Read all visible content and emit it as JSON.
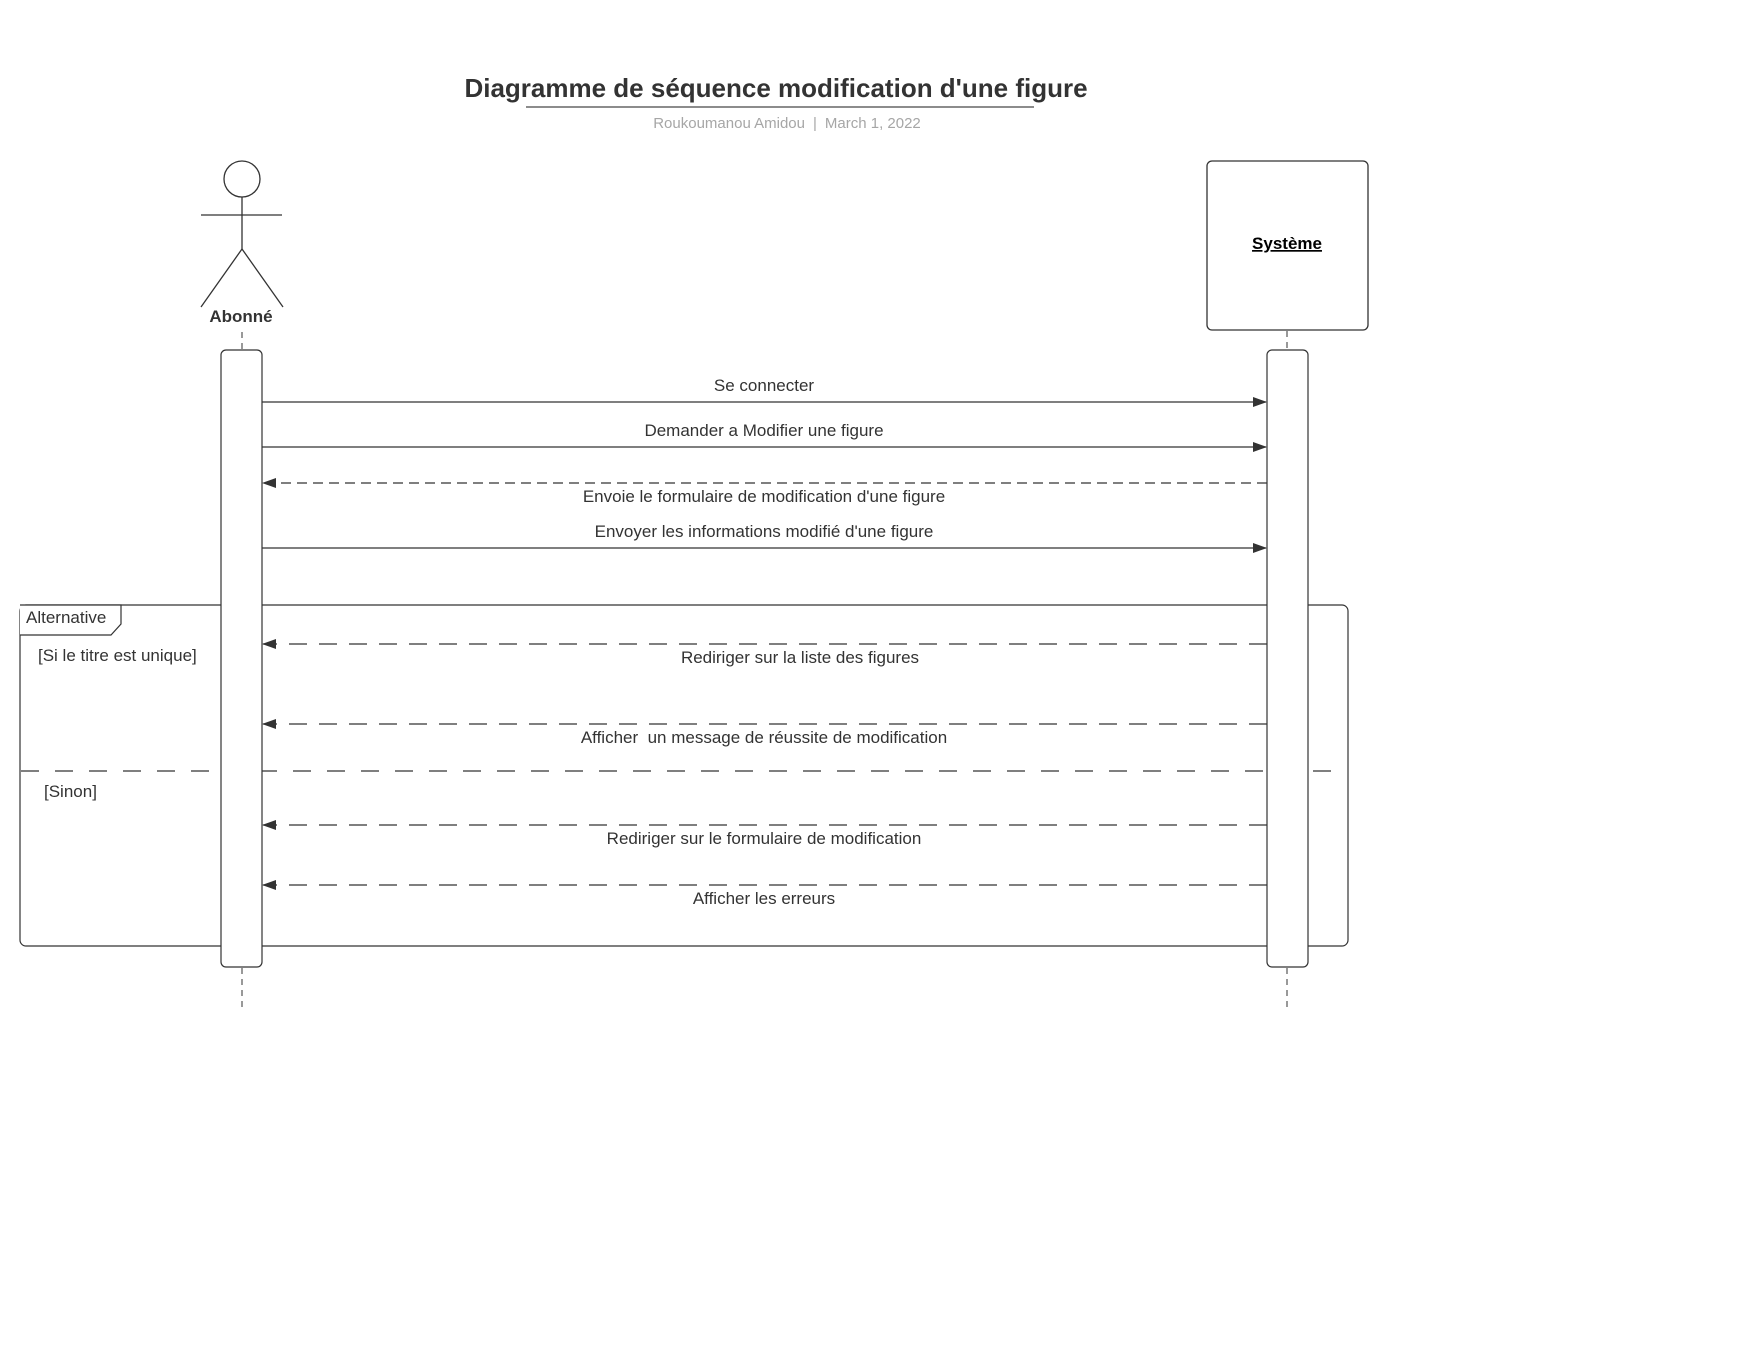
{
  "header": {
    "title": "Diagramme de séquence modification d'une figure",
    "author": "Roukoumanou Amidou",
    "separator": "|",
    "date": "March 1, 2022"
  },
  "participants": {
    "actor": {
      "label": "Abonné",
      "kind": "actor"
    },
    "system": {
      "label": "Système",
      "kind": "object"
    }
  },
  "messages": [
    {
      "label": "Se connecter",
      "from": "actor",
      "to": "system",
      "style": "solid"
    },
    {
      "label": "Demander a Modifier une figure",
      "from": "actor",
      "to": "system",
      "style": "solid"
    },
    {
      "label": "Envoie le formulaire de modification d'une figure",
      "from": "system",
      "to": "actor",
      "style": "dashed"
    },
    {
      "label": "Envoyer les informations modifié d'une figure",
      "from": "actor",
      "to": "system",
      "style": "solid"
    }
  ],
  "alt_fragment": {
    "label": "Alternative",
    "guards": [
      "[Si le titre est unique]",
      "[Sinon]"
    ],
    "messages": [
      {
        "label": "Rediriger sur la liste des figures",
        "from": "system",
        "to": "actor",
        "style": "dashed"
      },
      {
        "label": "Afficher  un message de réussite de modification",
        "from": "system",
        "to": "actor",
        "style": "dashed"
      },
      {
        "label": "Rediriger sur le formulaire de modification",
        "from": "system",
        "to": "actor",
        "style": "dashed"
      },
      {
        "label": "Afficher les erreurs",
        "from": "system",
        "to": "actor",
        "style": "dashed"
      }
    ]
  },
  "colors": {
    "line": "#333333",
    "subtitle": "#a6a6a6",
    "background": "#ffffff"
  }
}
